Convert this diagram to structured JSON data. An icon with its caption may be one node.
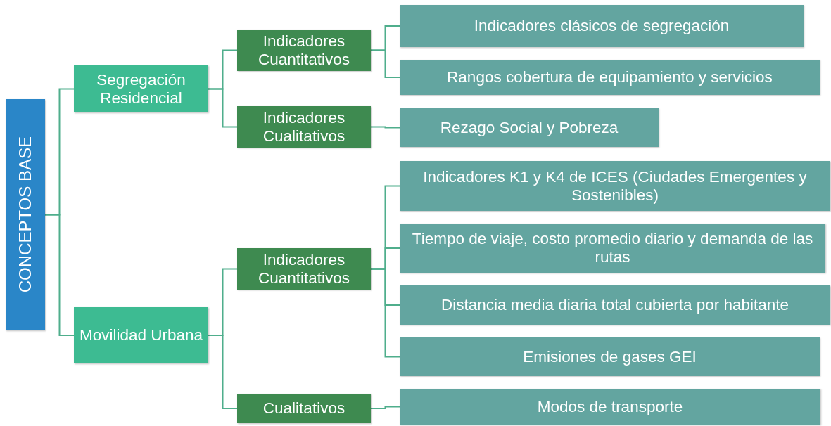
{
  "diagram": {
    "nodes": [
      {
        "text": [
          "CONCEPTOS BASE"
        ]
      },
      {
        "text": [
          "Segregación Residencial"
        ]
      },
      {
        "text": [
          "Movilidad Urbana"
        ]
      },
      {
        "text": [
          "Indicadores Cuantitativos"
        ]
      },
      {
        "text": [
          "Indicadores Cualitativos"
        ]
      },
      {
        "text": [
          "Indicadores Cuantitativos"
        ]
      },
      {
        "text": [
          "Cualitativos"
        ]
      },
      {
        "text": [
          "Indicadores clásicos de segregación"
        ]
      },
      {
        "text": [
          "Rangos cobertura de equipamiento y servicios"
        ]
      },
      {
        "text": [
          "Rezago Social y Pobreza"
        ]
      },
      {
        "text": [
          "Indicadores K1 y K4 de ICES (Ciudades Emergentes y Sostenibles)"
        ]
      },
      {
        "text": [
          "Tiempo de viaje, costo promedio diario y demanda de las rutas"
        ]
      },
      {
        "text": [
          "Distancia media diaria total cubierta por habitante"
        ]
      },
      {
        "text": [
          "Emisiones de gases GEI"
        ]
      },
      {
        "text": [
          "Modos de transporte"
        ]
      }
    ],
    "edges": [
      {
        "from": 0,
        "to": 1,
        "arrow": "none"
      },
      {
        "from": 0,
        "to": 2,
        "arrow": "none"
      },
      {
        "from": 1,
        "to": 3,
        "arrow": "none"
      },
      {
        "from": 1,
        "to": 4,
        "arrow": "none"
      },
      {
        "from": 2,
        "to": 5,
        "arrow": "none"
      },
      {
        "from": 2,
        "to": 6,
        "arrow": "none"
      },
      {
        "from": 3,
        "to": 7,
        "arrow": "none"
      },
      {
        "from": 3,
        "to": 8,
        "arrow": "none"
      },
      {
        "from": 4,
        "to": 9,
        "arrow": "none"
      },
      {
        "from": 5,
        "to": 10,
        "arrow": "none"
      },
      {
        "from": 5,
        "to": 11,
        "arrow": "none"
      },
      {
        "from": 5,
        "to": 12,
        "arrow": "none"
      },
      {
        "from": 5,
        "to": 13,
        "arrow": "none"
      },
      {
        "from": 6,
        "to": 14,
        "arrow": "none"
      }
    ]
  }
}
